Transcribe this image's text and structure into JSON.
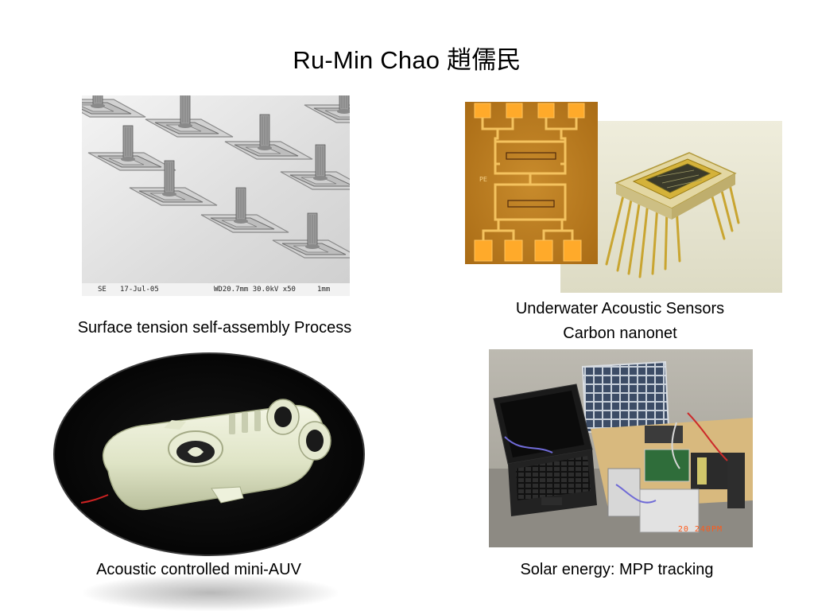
{
  "slide": {
    "title": "Ru-Min Chao  趙儒民"
  },
  "panels": {
    "self_assembly": {
      "caption": "Surface tension self-assembly Process",
      "sem_label": "SE",
      "sem_date": "17-Jul-05",
      "sem_params": "WD20.7mm 30.0kV x50",
      "sem_scale": "1mm"
    },
    "sensors": {
      "caption_line1": "Underwater Acoustic Sensors",
      "caption_line2": "Carbon nanonet",
      "chip_marking": "PE"
    },
    "auv": {
      "caption": "Acoustic controlled mini-AUV"
    },
    "solar": {
      "caption": "Solar energy:  MPP tracking",
      "camera_stamp": "20  240PM"
    }
  }
}
